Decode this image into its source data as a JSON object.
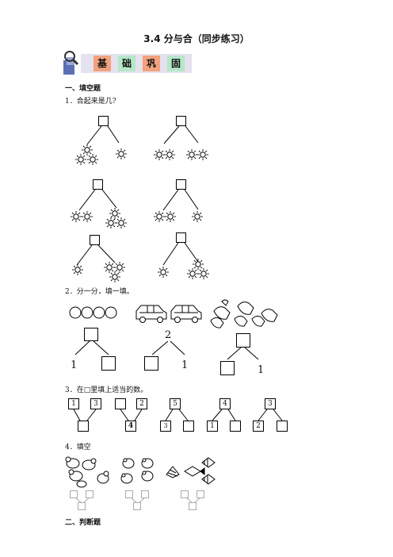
{
  "title": "3.4 分与合（同步练习）",
  "banner": {
    "chars": [
      "基",
      "础",
      "巩",
      "固"
    ]
  },
  "sections": {
    "fill": "一、填空题",
    "judge": "二、判断题"
  },
  "questions": {
    "q1": "1．合起来是几?",
    "q2": "2．分一分，填一填。",
    "q3": "3．在□里填上适当的数。",
    "q4": "4．填空"
  },
  "q2_numbers": {
    "p1_left": "1",
    "p2_top": "2",
    "p2_right": "1",
    "p3_right": "1"
  },
  "q3_numbers": {
    "p1_a": "1",
    "p1_b": "3",
    "p2_b": "2",
    "p2_c": "4",
    "p3_top": "5",
    "p3_a": "3",
    "p4_top": "4",
    "p4_a": "1",
    "p5_top": "3",
    "p5_a": "2"
  },
  "colors": {
    "banner_bg": "#e4e2ee",
    "banner_tile": "#f2a27e",
    "ink": "#111111"
  }
}
